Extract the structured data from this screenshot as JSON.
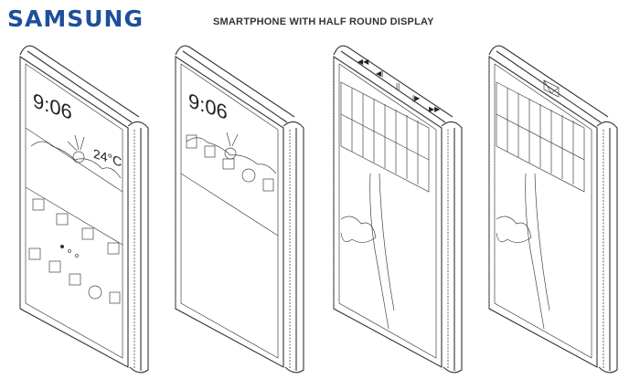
{
  "brand": "SAMSUNG",
  "title": "SMARTPHONE WITH HALF ROUND DISPLAY",
  "figures": [
    {
      "label": "phone-1",
      "time": "9:06",
      "temperature": "24°C"
    },
    {
      "label": "phone-2",
      "time": "9:06"
    },
    {
      "label": "phone-3",
      "edge_icons": [
        "rewind-icon",
        "previous-icon",
        "pause-icon",
        "next-icon",
        "fast-forward-icon"
      ]
    },
    {
      "label": "phone-4",
      "edge_icons": [
        "envelope-icon"
      ]
    }
  ],
  "colors": {
    "brand": "#1d4f9c",
    "line": "#333333"
  }
}
